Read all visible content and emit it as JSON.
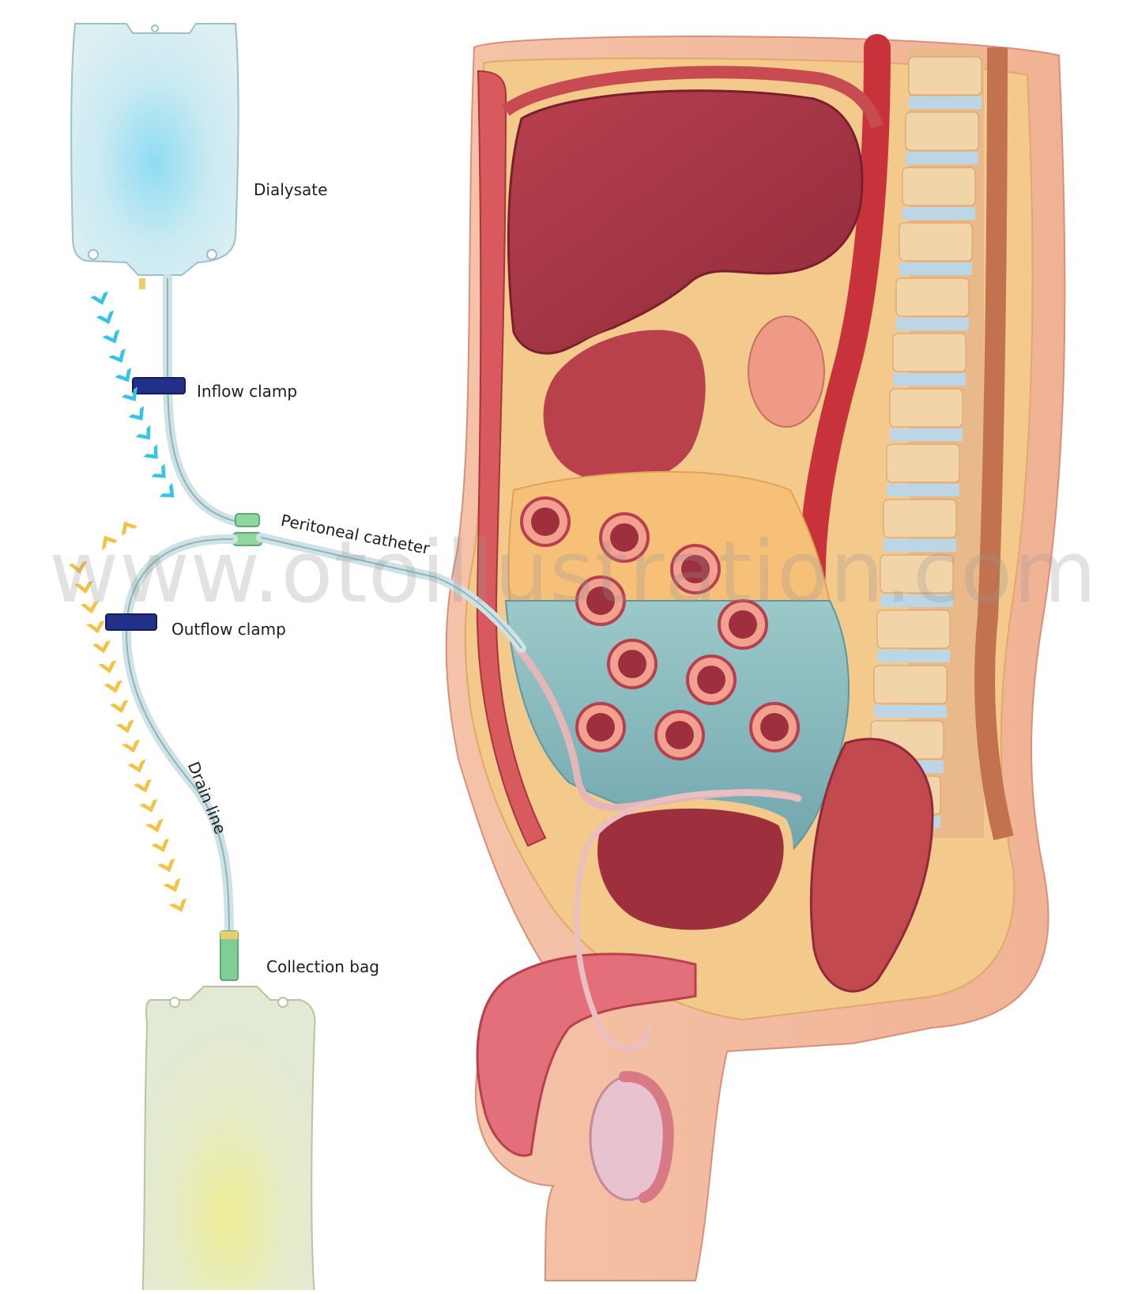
{
  "labels": {
    "dialysate": "Dialysate",
    "inflow_clamp": "Inflow clamp",
    "peritoneal_catheter": "Peritoneal catheter",
    "outflow_clamp": "Outflow clamp",
    "drain_line": "Drain line",
    "collection_bag": "Collection bag"
  },
  "watermark": "www.otoillustration.com",
  "colors": {
    "dialysate_bag": "#cfe8ef",
    "dialysate_glow": "#7fd3ef",
    "collection_bag": "#e4ead0",
    "collection_glow": "#e8ea8c",
    "tubing": "#cfe3e6",
    "clamp": "#22308a",
    "connector": "#7fcf95",
    "inflow_arrows": "#35c3ec",
    "outflow_arrows": "#f4c243",
    "tissue_pink": "#e9a7a0",
    "muscle_red": "#c24a4f",
    "fat_yellow": "#f3c98c",
    "liver": "#9e3040",
    "dialysate_in_cavity": "#8fc0c0",
    "bone": "#f1d4a8",
    "disc": "#bcd6e6"
  }
}
